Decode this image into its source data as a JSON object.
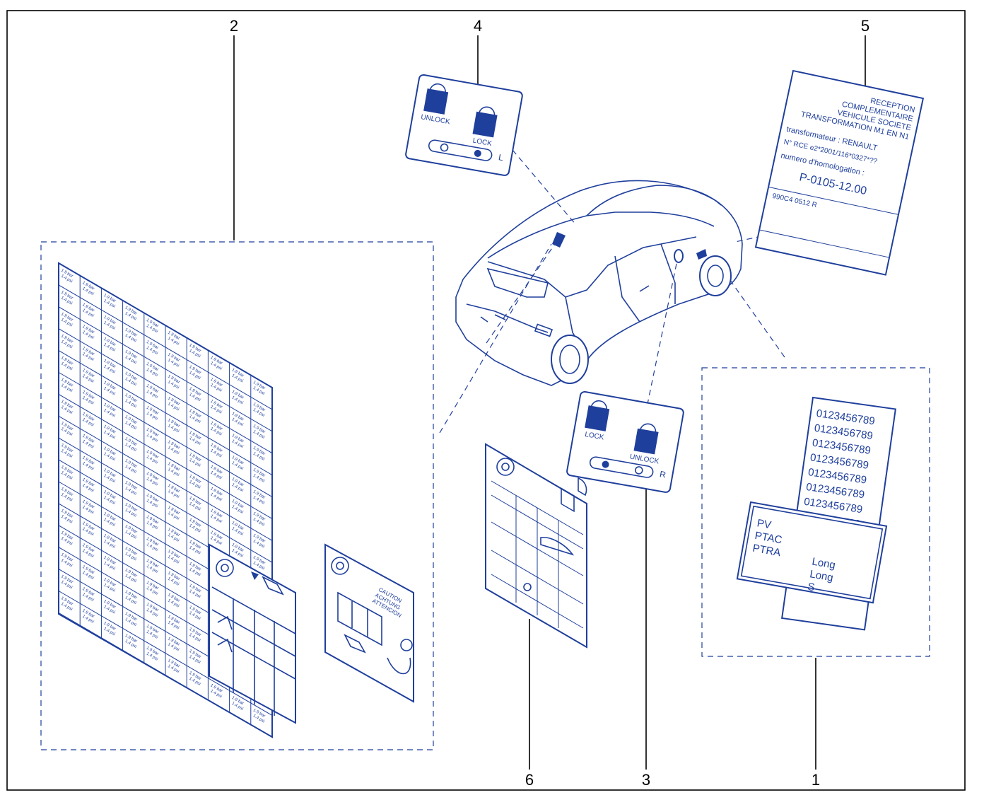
{
  "callouts": [
    "1",
    "2",
    "3",
    "4",
    "5",
    "6"
  ],
  "label4": {
    "unlock": "UNLOCK",
    "lock": "LOCK",
    "side": "L"
  },
  "label3": {
    "lock": "LOCK",
    "unlock": "UNLOCK",
    "side": "R"
  },
  "label5": {
    "lines": [
      "RECEPTION",
      "COMPLEMENTAIRE",
      "VEHICULE SOCIETE",
      "TRANSFORMATION M1 EN N1",
      "transformateur :   RENAULT",
      "N° RCE e2*2001/116*0327*??",
      "numero d'homologation :",
      "P-0105-12.00"
    ],
    "ref": "990C4 0512 R"
  },
  "label1": {
    "digits": "0123456789",
    "plate": [
      "PV",
      "PTAC",
      "PTRA"
    ],
    "plate_values": [
      "Long",
      "Long",
      "S"
    ]
  },
  "label2": {
    "pressure_bar": "1.9 bar",
    "pressure_psi": "1.4 psi",
    "caution": [
      "CAUTION",
      "ACHTUNG",
      "ATTENCION"
    ]
  },
  "colors": {
    "line": "#1f3f9c",
    "frame": "#000000"
  }
}
